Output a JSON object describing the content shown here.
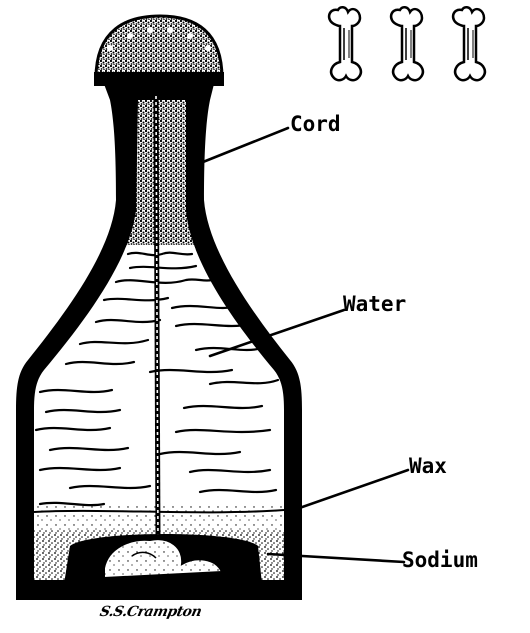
{
  "labels": {
    "cord": "Cord",
    "water": "Water",
    "wax": "Wax",
    "sodium": "Sodium"
  },
  "signature": "S.S.Crampton",
  "icons": [
    "bone-icon",
    "bone-icon",
    "bone-icon"
  ],
  "colors": {
    "ink": "#000000",
    "paper": "#ffffff"
  }
}
